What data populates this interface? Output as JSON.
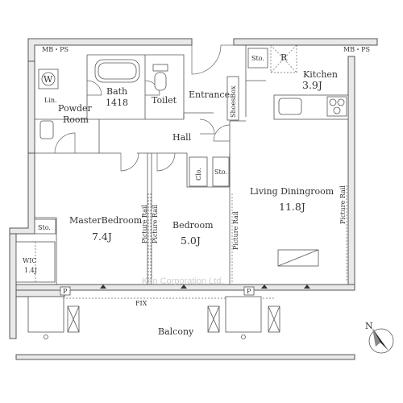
{
  "labels": {
    "mbps_left": "MB・PS",
    "mbps_right": "MB・PS",
    "kitchen": "Kitchen",
    "kitchen_size": "3.9J",
    "sto_kitchen": "Sto.",
    "refrigerator": "R",
    "w": "W",
    "lin": "Lin.",
    "powder": "Powder",
    "powder_room": "Room",
    "bath": "Bath",
    "bath_size": "1418",
    "toilet": "Toilet",
    "entrance": "Entrance",
    "shoes_box": "ShoesBox",
    "hall": "Hall",
    "clo": "Clo.",
    "sto_hall": "Sto.",
    "living": "Living Diningroom",
    "living_size": "11.8J",
    "master": "MasterBedroom",
    "master_size": "7.4J",
    "sto_master": "Sto.",
    "wic": "WIC",
    "wic_size": "1.4J",
    "bedroom": "Bedroom",
    "bedroom_size": "5.0J",
    "picture_rail_1": "Picture Rail",
    "picture_rail_2": "Picture Rail",
    "picture_rail_3": "Picture Rail",
    "picture_rail_4": "Picture Rail",
    "fix": "FIX",
    "p1": "P",
    "p2": "P",
    "balcony": "Balcony",
    "north": "N",
    "watermark": "Ken Corporation Ltd."
  },
  "colors": {
    "wall": "#e9e9e9",
    "line": "#555555"
  }
}
